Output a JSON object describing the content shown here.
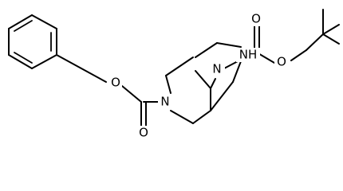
{
  "atoms": {
    "ring_n": "N",
    "bridge_n": "N",
    "nh": "NH",
    "carbamate_o_left": "O",
    "carbamate_o_bottom": "O",
    "boc_o_top": "O",
    "boc_o_right": "O"
  },
  "colors": {
    "bond": "#000000",
    "background": "#ffffff"
  }
}
